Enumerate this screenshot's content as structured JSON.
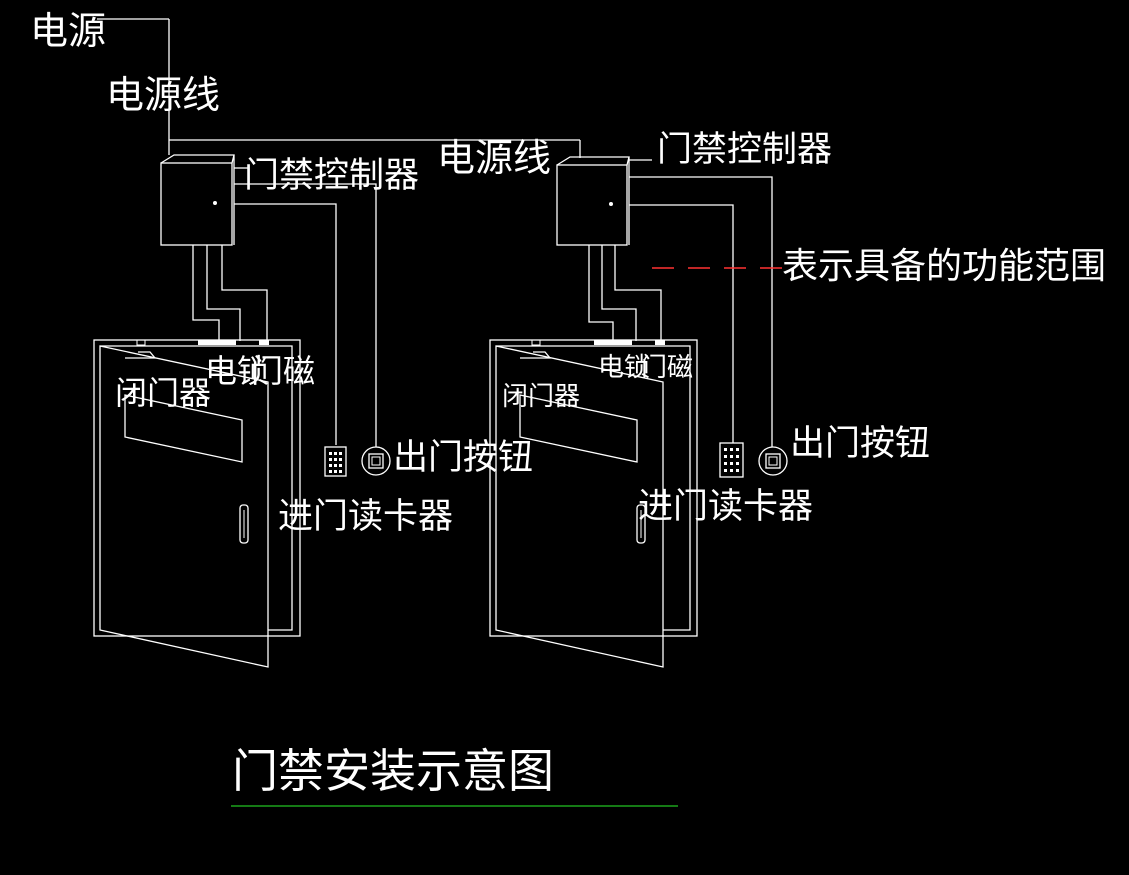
{
  "labels": {
    "power_source": "电源",
    "power_line": "电源线",
    "controller": "门禁控制器",
    "door_closer": "闭门器",
    "electric_lock": "电锁",
    "door_magnet": "门磁",
    "exit_button": "出门按钮",
    "card_reader": "进门读卡器",
    "legend_text": "表示具备的功能范围",
    "title": "门禁安装示意图"
  },
  "colors": {
    "background": "#000000",
    "line": "#ffffff",
    "legend_dash": "#ff3333",
    "title_underline": "#22c322"
  }
}
